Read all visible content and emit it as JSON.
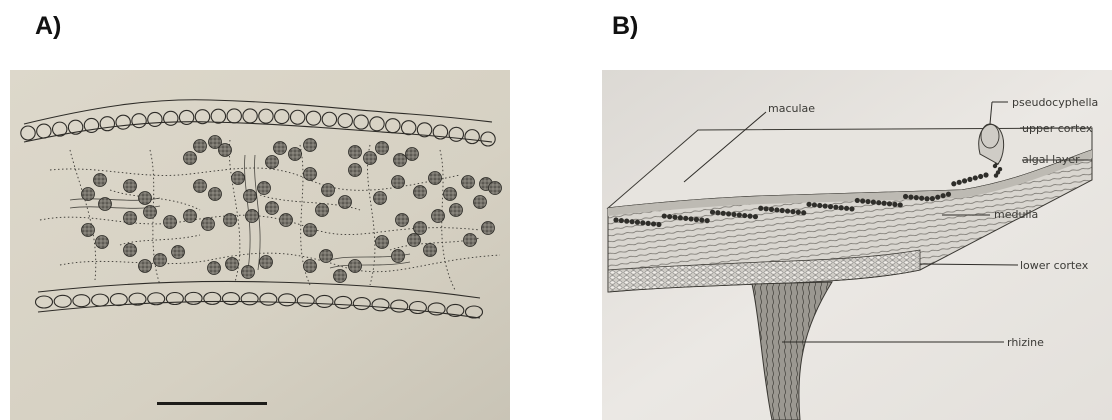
{
  "panels": {
    "a": {
      "label": "A)"
    },
    "b": {
      "label": "B)",
      "annotations": {
        "maculae": "maculae",
        "pseudocyphella": "pseudocyphella",
        "upper_cortex": "upper cortex",
        "algal_layer": "algal layer",
        "medulla": "medulla",
        "lower_cortex": "lower cortex",
        "rhizine": "rhizine"
      }
    }
  },
  "colors": {
    "paper_a": "#d9d4c6",
    "paper_b": "#e6e3de",
    "ink": "#2e2c28",
    "algal_cell": "#5a5852"
  },
  "icons": {
    "scale_bar": "scale-bar"
  }
}
